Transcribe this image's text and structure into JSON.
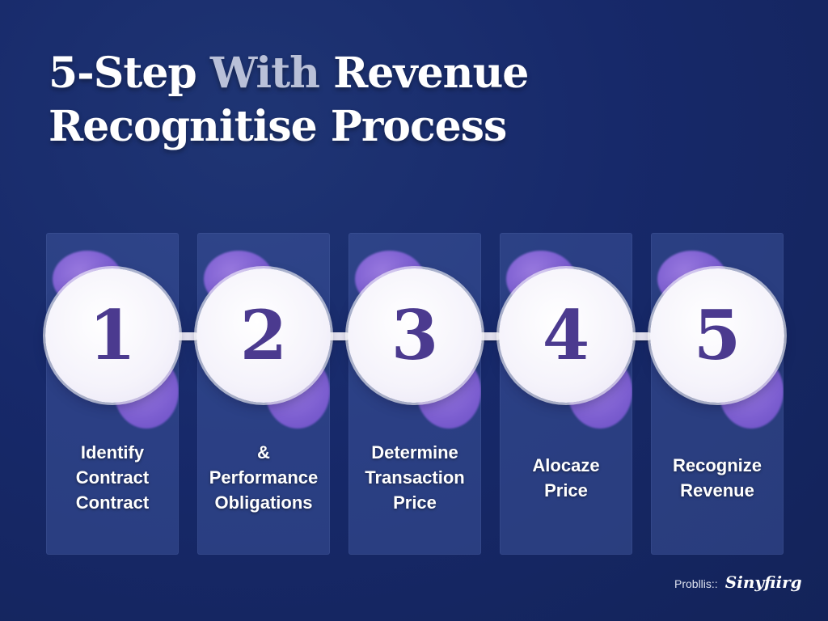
{
  "title": {
    "line1_part1": "5-Step ",
    "line1_part2": "With",
    "line1_part3": " Revenue",
    "line2": "Recognitise Process"
  },
  "steps": [
    {
      "number": "1",
      "label_lines": [
        "Identify",
        "Contract",
        "Contract"
      ]
    },
    {
      "number": "2",
      "label_lines": [
        "&",
        "Performance",
        "Obligations"
      ]
    },
    {
      "number": "3",
      "label_lines": [
        "Determine",
        "Transaction",
        "Price"
      ]
    },
    {
      "number": "4",
      "label_lines": [
        "Alocaze",
        "Price"
      ]
    },
    {
      "number": "5",
      "label_lines": [
        "Recognize",
        "Revenue"
      ]
    }
  ],
  "footer": {
    "prefix": "Probllis::",
    "brand": "Sinyfiirg"
  },
  "colors": {
    "background": "#17296a",
    "card": "#3e5596",
    "accent_purple": "#7c5ed0",
    "number": "#4b3a8f",
    "circle": "#ffffff"
  }
}
